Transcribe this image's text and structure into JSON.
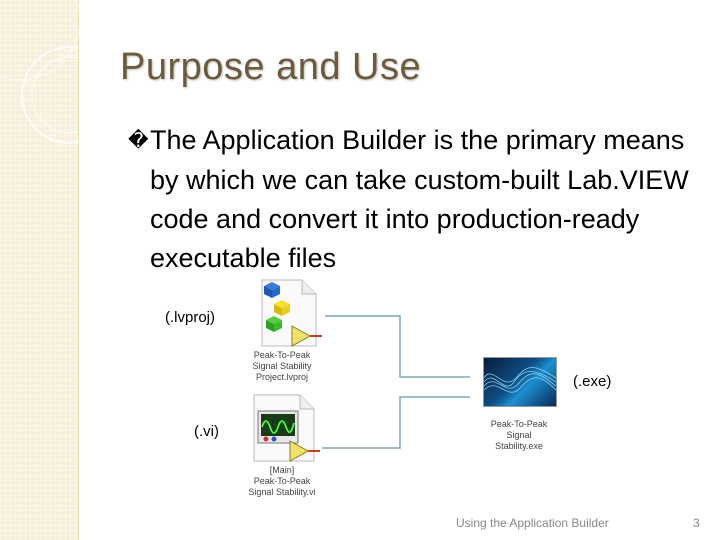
{
  "slide": {
    "title": "Purpose and Use",
    "bullet_marker": "�",
    "bullet_text": "The Application Builder is the primary means by which we can take custom-built Lab.VIEW code and convert it into production-ready executable files"
  },
  "diagram": {
    "project_tag": "(.lvproj)",
    "project_caption": [
      "Peak-To-Peak",
      "Signal Stability",
      "Project.lvproj"
    ],
    "vi_tag": "(.vi)",
    "vi_caption": [
      "[Main]",
      "Peak-To-Peak",
      "Signal Stability.vi"
    ],
    "exe_tag": "(.exe)",
    "exe_caption": [
      "Peak-To-Peak",
      "Signal",
      "Stability.exe"
    ],
    "connector_color": "#7fa7b5"
  },
  "footer": {
    "text": "Using the Application Builder",
    "page_number": "3"
  }
}
